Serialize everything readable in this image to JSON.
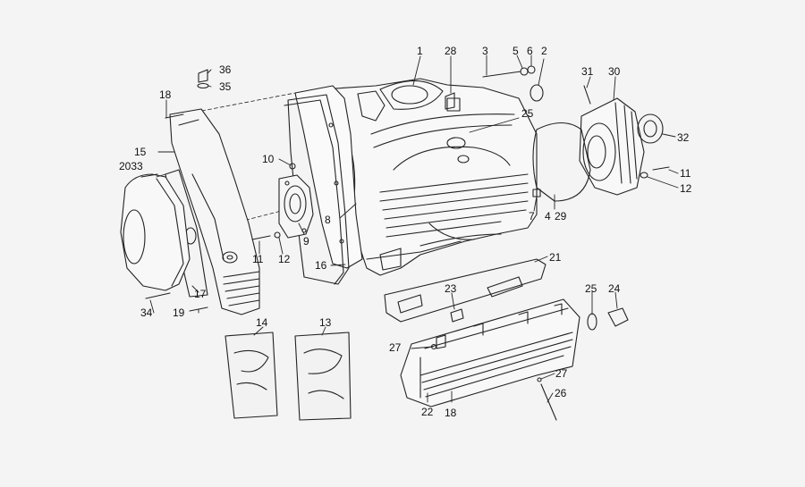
{
  "diagram": {
    "callouts": [
      {
        "id": "c1",
        "text": "1"
      },
      {
        "id": "c28",
        "text": "28"
      },
      {
        "id": "c3",
        "text": "3"
      },
      {
        "id": "c5",
        "text": "5"
      },
      {
        "id": "c6",
        "text": "6"
      },
      {
        "id": "c2",
        "text": "2"
      },
      {
        "id": "c31",
        "text": "31"
      },
      {
        "id": "c30",
        "text": "30"
      },
      {
        "id": "c36",
        "text": "36"
      },
      {
        "id": "c35",
        "text": "35"
      },
      {
        "id": "c18a",
        "text": "18"
      },
      {
        "id": "c25a",
        "text": "25"
      },
      {
        "id": "c32",
        "text": "32"
      },
      {
        "id": "c15",
        "text": "15"
      },
      {
        "id": "c10",
        "text": "10"
      },
      {
        "id": "c2033",
        "text": "2033"
      },
      {
        "id": "c11a",
        "text": "11"
      },
      {
        "id": "c12a",
        "text": "12"
      },
      {
        "id": "c8",
        "text": "8"
      },
      {
        "id": "c7",
        "text": "7"
      },
      {
        "id": "c4",
        "text": "4"
      },
      {
        "id": "c29",
        "text": "29"
      },
      {
        "id": "c9",
        "text": "9"
      },
      {
        "id": "c11b",
        "text": "11"
      },
      {
        "id": "c12b",
        "text": "12"
      },
      {
        "id": "c16",
        "text": "16"
      },
      {
        "id": "c21",
        "text": "21"
      },
      {
        "id": "c17",
        "text": "17"
      },
      {
        "id": "c34",
        "text": "34"
      },
      {
        "id": "c19",
        "text": "19"
      },
      {
        "id": "c23",
        "text": "23"
      },
      {
        "id": "c25b",
        "text": "25"
      },
      {
        "id": "c24",
        "text": "24"
      },
      {
        "id": "c14",
        "text": "14"
      },
      {
        "id": "c13",
        "text": "13"
      },
      {
        "id": "c27a",
        "text": "27"
      },
      {
        "id": "c27b",
        "text": "27"
      },
      {
        "id": "c26",
        "text": "26"
      },
      {
        "id": "c22",
        "text": "22"
      },
      {
        "id": "c18b",
        "text": "18"
      }
    ]
  }
}
